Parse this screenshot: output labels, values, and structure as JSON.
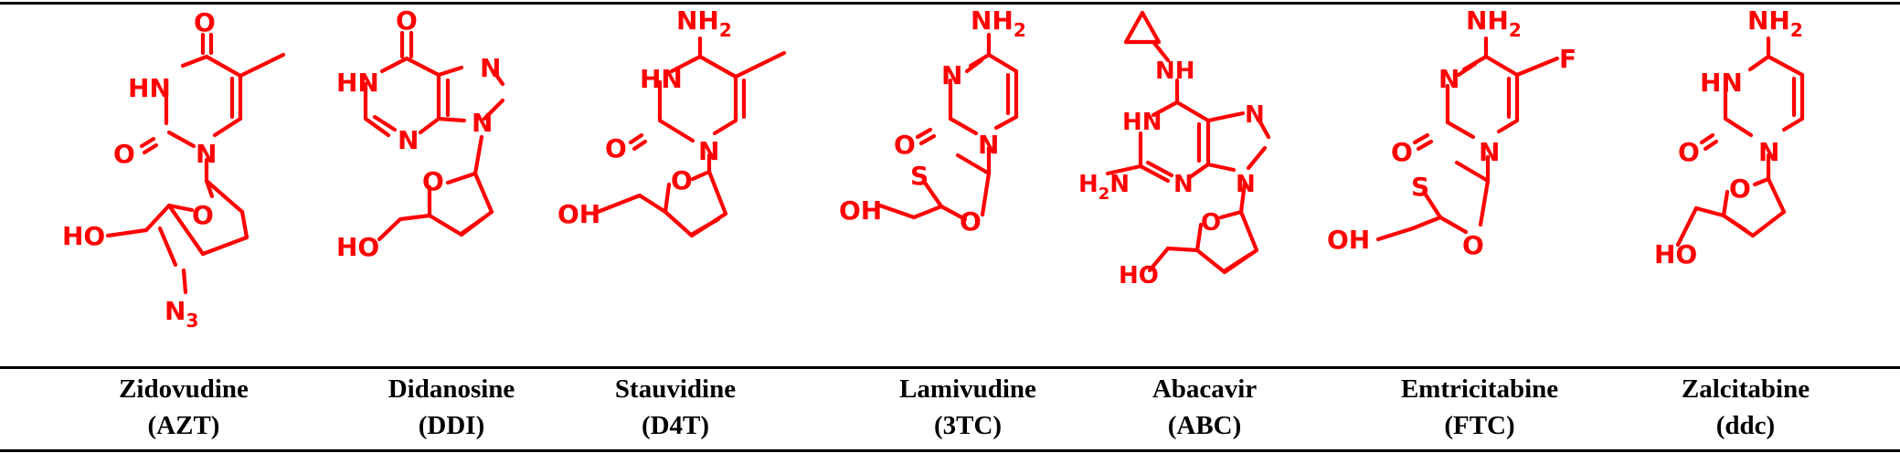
{
  "drugs": [
    {
      "name": "Zidovudine",
      "abbr": "(AZT)"
    },
    {
      "name": "Didanosine",
      "abbr": "(DDI)"
    },
    {
      "name": "Stauvidine",
      "abbr": "(D4T)"
    },
    {
      "name": "Lamivudine",
      "abbr": "(3TC)"
    },
    {
      "name": "Abacavir",
      "abbr": "(ABC)"
    },
    {
      "name": "Emtricitabine",
      "abbr": "(FTC)"
    },
    {
      "name": "Zalcitabine",
      "abbr": "(ddc)"
    }
  ],
  "atoms": {
    "O": "O",
    "N": "N",
    "S": "S",
    "F": "F",
    "HN": "HN",
    "HO": "HO",
    "OH": "OH",
    "NH": "NH",
    "NH2": {
      "base": "NH",
      "sub": "2"
    },
    "H2N": {
      "base": "H",
      "sub": "2",
      "tail": "N"
    },
    "N3": {
      "base": "N",
      "sub": "3"
    }
  },
  "colors": {
    "structure": "#ff0000",
    "text": "#000000",
    "rules": "#000000"
  }
}
